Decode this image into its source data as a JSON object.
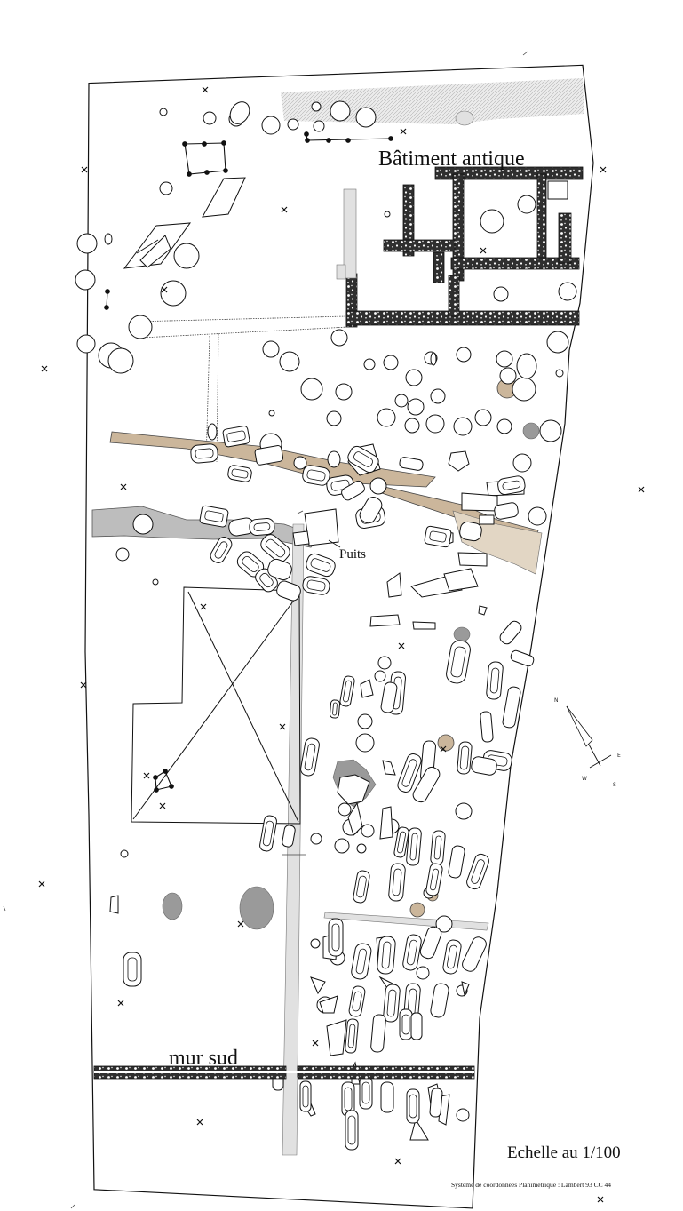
{
  "labels": {
    "batiment": "Bâtiment antique",
    "puits": "Puits",
    "mur_sud": "mur sud",
    "scale": "Echelle au 1/100",
    "coords": "Système de coordonnées Planimétrique : Lambert 93 CC 44"
  },
  "compass": {
    "n": "N",
    "e": "E",
    "s": "S",
    "w": "W"
  },
  "colors": {
    "ink": "#111111",
    "beige_layer": "#cbb69b",
    "grey_layer": "#bdbdbd",
    "dark_feature": "#9a9a9a"
  }
}
